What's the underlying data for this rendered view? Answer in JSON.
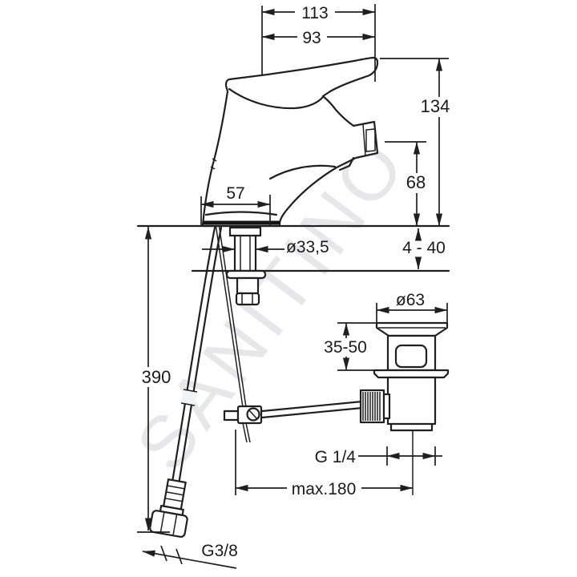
{
  "watermark": "SANITINO",
  "dims": {
    "d113": "113",
    "d93": "93",
    "d134": "134",
    "d68": "68",
    "d4_40": "4 - 40",
    "d57": "57",
    "d33": "ø33,5",
    "d63": "ø63",
    "d35_50": "35-50",
    "d390": "390",
    "g14": "G 1/4",
    "max180": "max.180",
    "g38": "G3/8"
  },
  "colors": {
    "line": "#1f1f1f",
    "background": "#ffffff",
    "watermark": "#e7e7ea"
  }
}
